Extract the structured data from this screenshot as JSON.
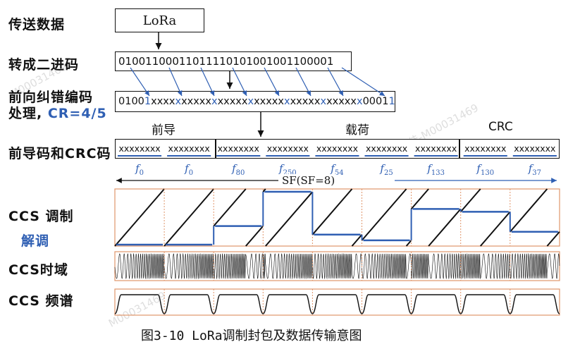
{
  "labels": {
    "send_data": "传送数据",
    "to_binary": "转成二进码",
    "fec_line1": "前向纠错编码",
    "fec_line2": "处理,",
    "cr": "CR=4/5",
    "preamble_crc": "前导码和CRC码",
    "ccs_mod": "CCS 调制",
    "demod": "解调",
    "ccs_time": "CCS时域",
    "ccs_spectrum": "CCS 频谱"
  },
  "input_box": "LoRa",
  "binary_string": "0100110001101111010100100110000",
  "binary_last": "1",
  "fec": {
    "prefix": "0100",
    "prefix_blue": "1",
    "groups": [
      "xxxx",
      "x",
      "xxxxx",
      "x",
      "xxxxx",
      "x",
      "xxxxx",
      "x",
      "xxxxx",
      "x",
      "xxxxx",
      "x"
    ],
    "suffix": "0001",
    "suffix_blue": "1"
  },
  "sections": {
    "preamble": "前导",
    "payload": "载荷",
    "crc": "CRC"
  },
  "symbol": "xxxxxxxx",
  "freqs": [
    {
      "f": "f",
      "sub": "0"
    },
    {
      "f": "f",
      "sub": "0"
    },
    {
      "f": "f",
      "sub": "80"
    },
    {
      "f": "f",
      "sub": "250"
    },
    {
      "f": "f",
      "sub": "54"
    },
    {
      "f": "f",
      "sub": "25"
    },
    {
      "f": "f",
      "sub": "133"
    },
    {
      "f": "f",
      "sub": "130"
    },
    {
      "f": "f",
      "sub": "37"
    }
  ],
  "sf_label": "SF(SF=8)",
  "demod_levels": [
    0.0,
    0.0,
    0.35,
    0.95,
    0.2,
    0.1,
    0.65,
    0.6,
    0.25
  ],
  "caption": "图3-10  LoRa调制封包及数据传输意图",
  "watermarks": [
    "M00031469",
    "天佳-M00031469",
    "M00031469"
  ],
  "colors": {
    "blue": "#2f5fb3",
    "orange": "#e0956a",
    "black": "#111111"
  }
}
